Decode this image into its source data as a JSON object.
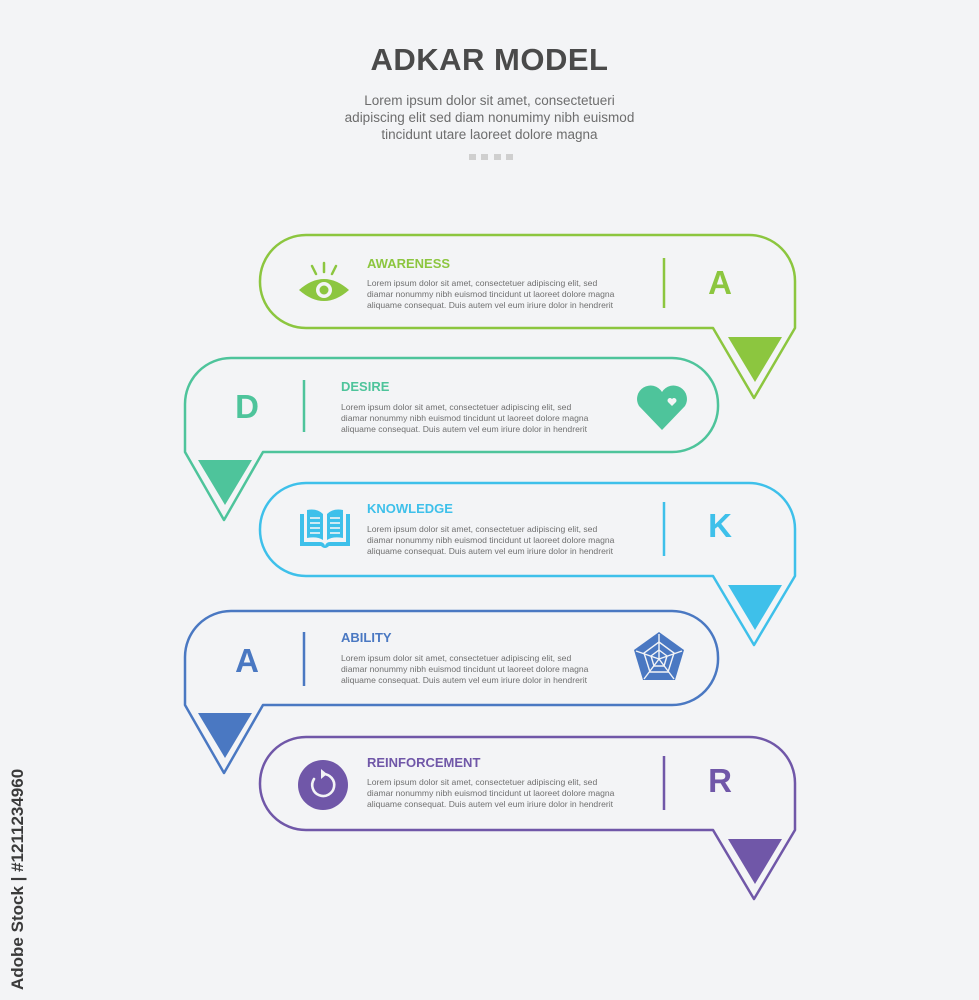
{
  "title": "ADKAR MODEL",
  "subtitle_lines": [
    "Lorem ipsum dolor sit amet, consectetueri",
    "adipiscing elit sed diam nonumimy nibh euismod",
    "tincidunt utare laoreet dolore magna"
  ],
  "steps": [
    {
      "title": "AWARENESS",
      "letter": "A",
      "icon": "eye-icon",
      "color": "#8cc63f",
      "text_color": "#8cc63f",
      "desc": [
        "Lorem ipsum dolor sit amet, consectetuer adipiscing elit, sed",
        "diamar nonummy nibh euismod tincidunt ut laoreet dolore magna",
        "aliquame  consequat. Duis autem vel eum iriure dolor in hendrerit"
      ]
    },
    {
      "title": "DESIRE",
      "letter": "D",
      "icon": "heart-icon",
      "color": "#4ec49b",
      "text_color": "#4ec49b",
      "desc": [
        "Lorem ipsum dolor sit amet, consectetuer adipiscing elit, sed",
        "diamar nonummy nibh euismod tincidunt ut laoreet dolore magna",
        "aliquame  consequat. Duis autem vel eum iriure dolor in hendrerit"
      ]
    },
    {
      "title": "KNOWLEDGE",
      "letter": "K",
      "icon": "book-icon",
      "color": "#3ec0ea",
      "text_color": "#3ec0ea",
      "desc": [
        "Lorem ipsum dolor sit amet, consectetuer adipiscing elit, sed",
        "diamar nonummy nibh euismod tincidunt ut laoreet dolore magna",
        "aliquame  consequat. Duis autem vel eum iriure dolor in hendrerit"
      ]
    },
    {
      "title": "ABILITY",
      "letter": "A",
      "icon": "pentagon-web-icon",
      "color": "#4a78c2",
      "text_color": "#4a78c2",
      "desc": [
        "Lorem ipsum dolor sit amet, consectetuer adipiscing elit, sed",
        "diamar nonummy nibh euismod tincidunt ut laoreet dolore magna",
        "aliquame  consequat. Duis autem vel eum iriure dolor in hendrerit"
      ]
    },
    {
      "title": "REINFORCEMENT",
      "letter": "R",
      "icon": "refresh-icon",
      "color": "#7057a8",
      "text_color": "#7057a8",
      "desc": [
        "Lorem ipsum dolor sit amet, consectetuer adipiscing elit, sed",
        "diamar nonummy nibh euismod tincidunt ut laoreet dolore magna",
        "aliquame  consequat. Duis autem vel eum iriure dolor in hendrerit"
      ]
    }
  ],
  "watermark": "Adobe Stock | #1211234960"
}
